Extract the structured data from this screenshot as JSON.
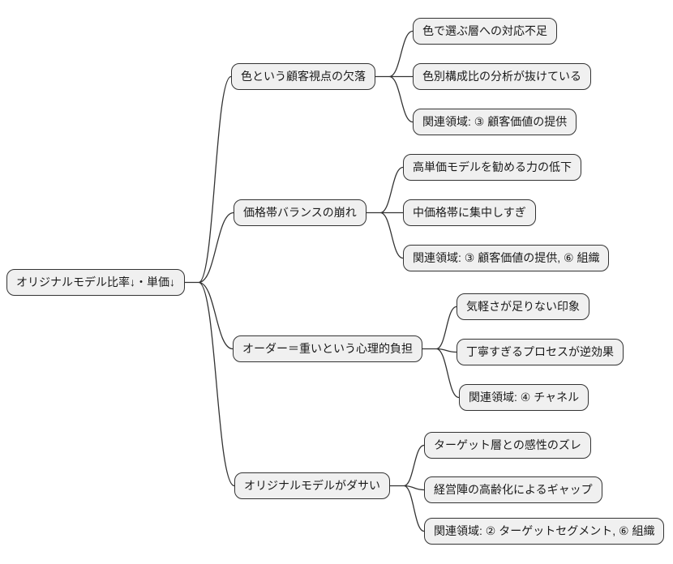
{
  "diagram": {
    "type": "mindmap",
    "root": {
      "label": "オリジナルモデル比率↓・単価↓"
    },
    "branches": [
      {
        "label": "色という顧客視点の欠落",
        "children": [
          {
            "label": "色で選ぶ層への対応不足"
          },
          {
            "label": "色別構成比の分析が抜けている"
          },
          {
            "label": "関連領域: ③ 顧客価値の提供"
          }
        ]
      },
      {
        "label": "価格帯バランスの崩れ",
        "children": [
          {
            "label": "高単価モデルを勧める力の低下"
          },
          {
            "label": "中価格帯に集中しすぎ"
          },
          {
            "label": "関連領域: ③ 顧客価値の提供, ⑥ 組織"
          }
        ]
      },
      {
        "label": "オーダー＝重いという心理的負担",
        "children": [
          {
            "label": "気軽さが足りない印象"
          },
          {
            "label": "丁寧すぎるプロセスが逆効果"
          },
          {
            "label": "関連領域: ④ チャネル"
          }
        ]
      },
      {
        "label": "オリジナルモデルがダサい",
        "children": [
          {
            "label": "ターゲット層との感性のズレ"
          },
          {
            "label": "経営陣の高齢化によるギャップ"
          },
          {
            "label": "関連領域: ② ターゲットセグメント, ⑥ 組織"
          }
        ]
      }
    ],
    "colors": {
      "background": "#ffffff",
      "node_fill": "#f0f0f0",
      "node_border": "#333333",
      "edge": "#333333",
      "text": "#1a1a1a"
    }
  }
}
